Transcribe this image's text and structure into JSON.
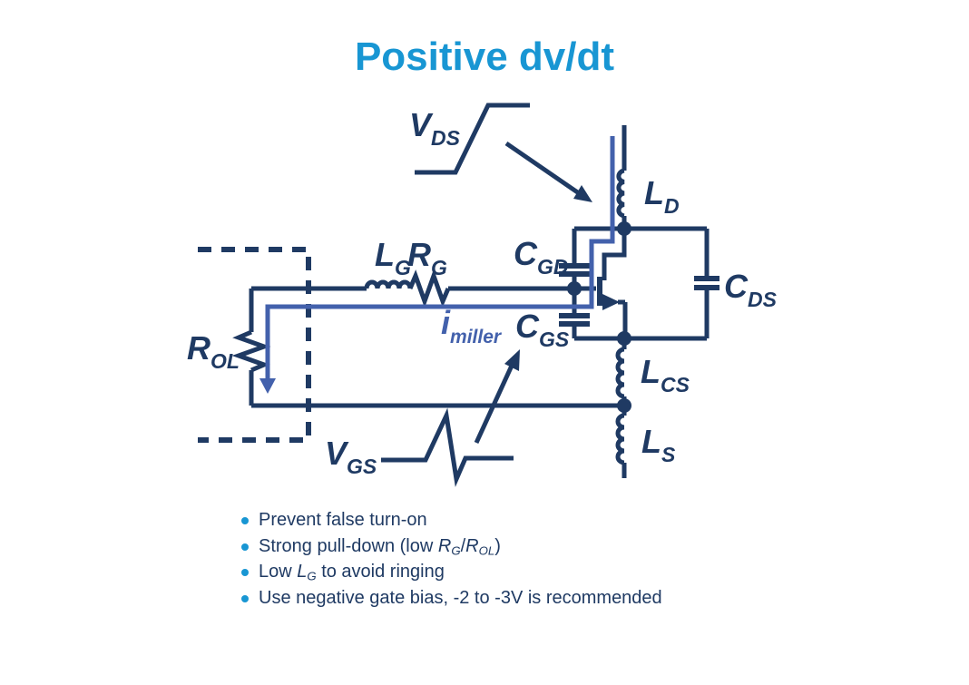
{
  "title": "Positive dv/dt",
  "colors": {
    "accent_blue": "#1896d3",
    "circuit_navy": "#1f3a63",
    "miller_blue": "#4361ac",
    "background": "#ffffff"
  },
  "labels": {
    "vds": {
      "main": "V",
      "sub": "DS"
    },
    "ld": {
      "main": "L",
      "sub": "D"
    },
    "cgd": {
      "main": "C",
      "sub": "GD"
    },
    "cgs": {
      "main": "C",
      "sub": "GS"
    },
    "cds": {
      "main": "C",
      "sub": "DS"
    },
    "lcs": {
      "main": "L",
      "sub": "CS"
    },
    "ls": {
      "main": "L",
      "sub": "S"
    },
    "lg": {
      "main": "L",
      "sub": "G"
    },
    "rg": {
      "main": "R",
      "sub": "G"
    },
    "rol": {
      "main": "R",
      "sub": "OL"
    },
    "vgs": {
      "main": "V",
      "sub": "GS"
    },
    "imiller": {
      "main": "i",
      "sub": "miller"
    }
  },
  "bullets": [
    {
      "segments": [
        {
          "t": "Prevent false turn-on",
          "s": ""
        }
      ]
    },
    {
      "segments": [
        {
          "t": "Strong pull-down (low ",
          "s": ""
        },
        {
          "t": "R",
          "s": "it"
        },
        {
          "t": "G",
          "s": "itsub"
        },
        {
          "t": "/",
          "s": ""
        },
        {
          "t": "R",
          "s": "it"
        },
        {
          "t": "OL",
          "s": "itsub"
        },
        {
          "t": ")",
          "s": ""
        }
      ]
    },
    {
      "segments": [
        {
          "t": "Low ",
          "s": ""
        },
        {
          "t": "L",
          "s": "it"
        },
        {
          "t": "G",
          "s": "itsub"
        },
        {
          "t": " to avoid ringing",
          "s": ""
        }
      ]
    },
    {
      "segments": [
        {
          "t": "Use negative gate bias, -2 to -3V is recommended",
          "s": ""
        }
      ]
    }
  ]
}
